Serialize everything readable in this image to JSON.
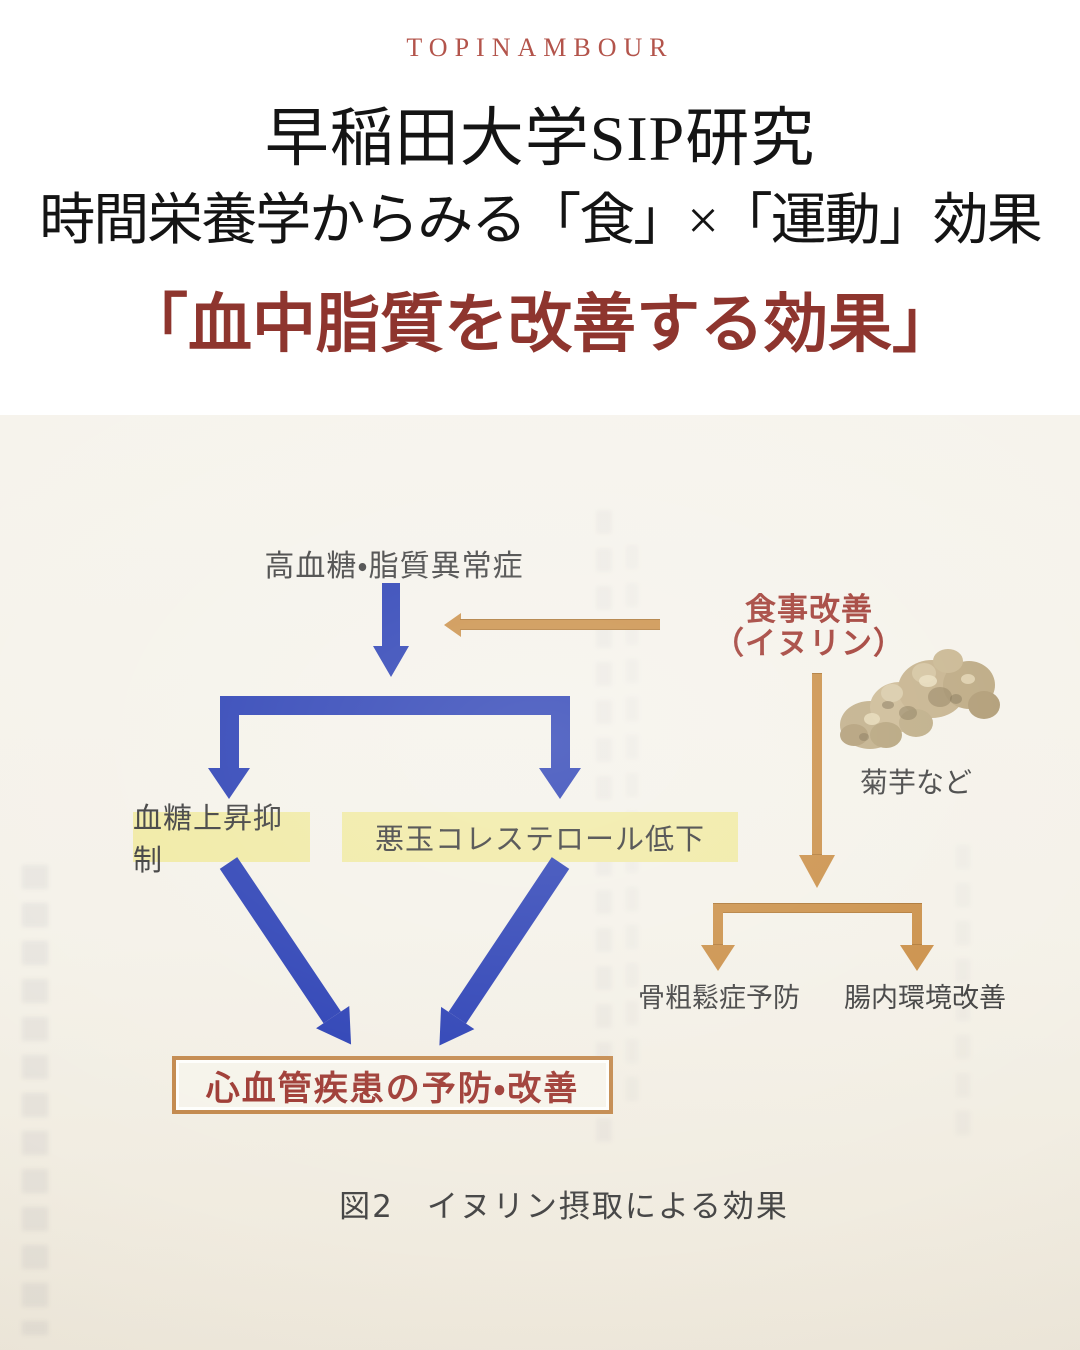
{
  "header": {
    "brand": "TOPINAMBOUR",
    "title_line1": "早稲田大学SIP研究",
    "title_line2": "時間栄養学からみる「食」×「運動」効果",
    "highlight_title": "「血中脂質を改善する効果」"
  },
  "diagram": {
    "top_condition": "高血糖・脂質異常症",
    "intervention_line1": "食事改善",
    "intervention_line2": "（イヌリン）",
    "tuber_caption": "菊芋など",
    "effect_box_blood_sugar": "血糖上昇抑制",
    "effect_box_cholesterol": "悪玉コレステロール低下",
    "sub_effect_osteoporosis": "骨粗鬆症予防",
    "sub_effect_gut": "腸内環境改善",
    "outcome_box": "心血管疾患の予防・改善",
    "figure_caption": "図2　イヌリン摂取による効果"
  },
  "colors": {
    "brand_red": "#b3544b",
    "highlight_red": "#8e352e",
    "diagram_red": "#9c362f",
    "arrow_blue": "#2339b2",
    "arrow_orange": "#c98c42",
    "box_yellow": "#f0e9a0",
    "outcome_border": "#c2874a",
    "photo_background": "#f4f1e8"
  }
}
